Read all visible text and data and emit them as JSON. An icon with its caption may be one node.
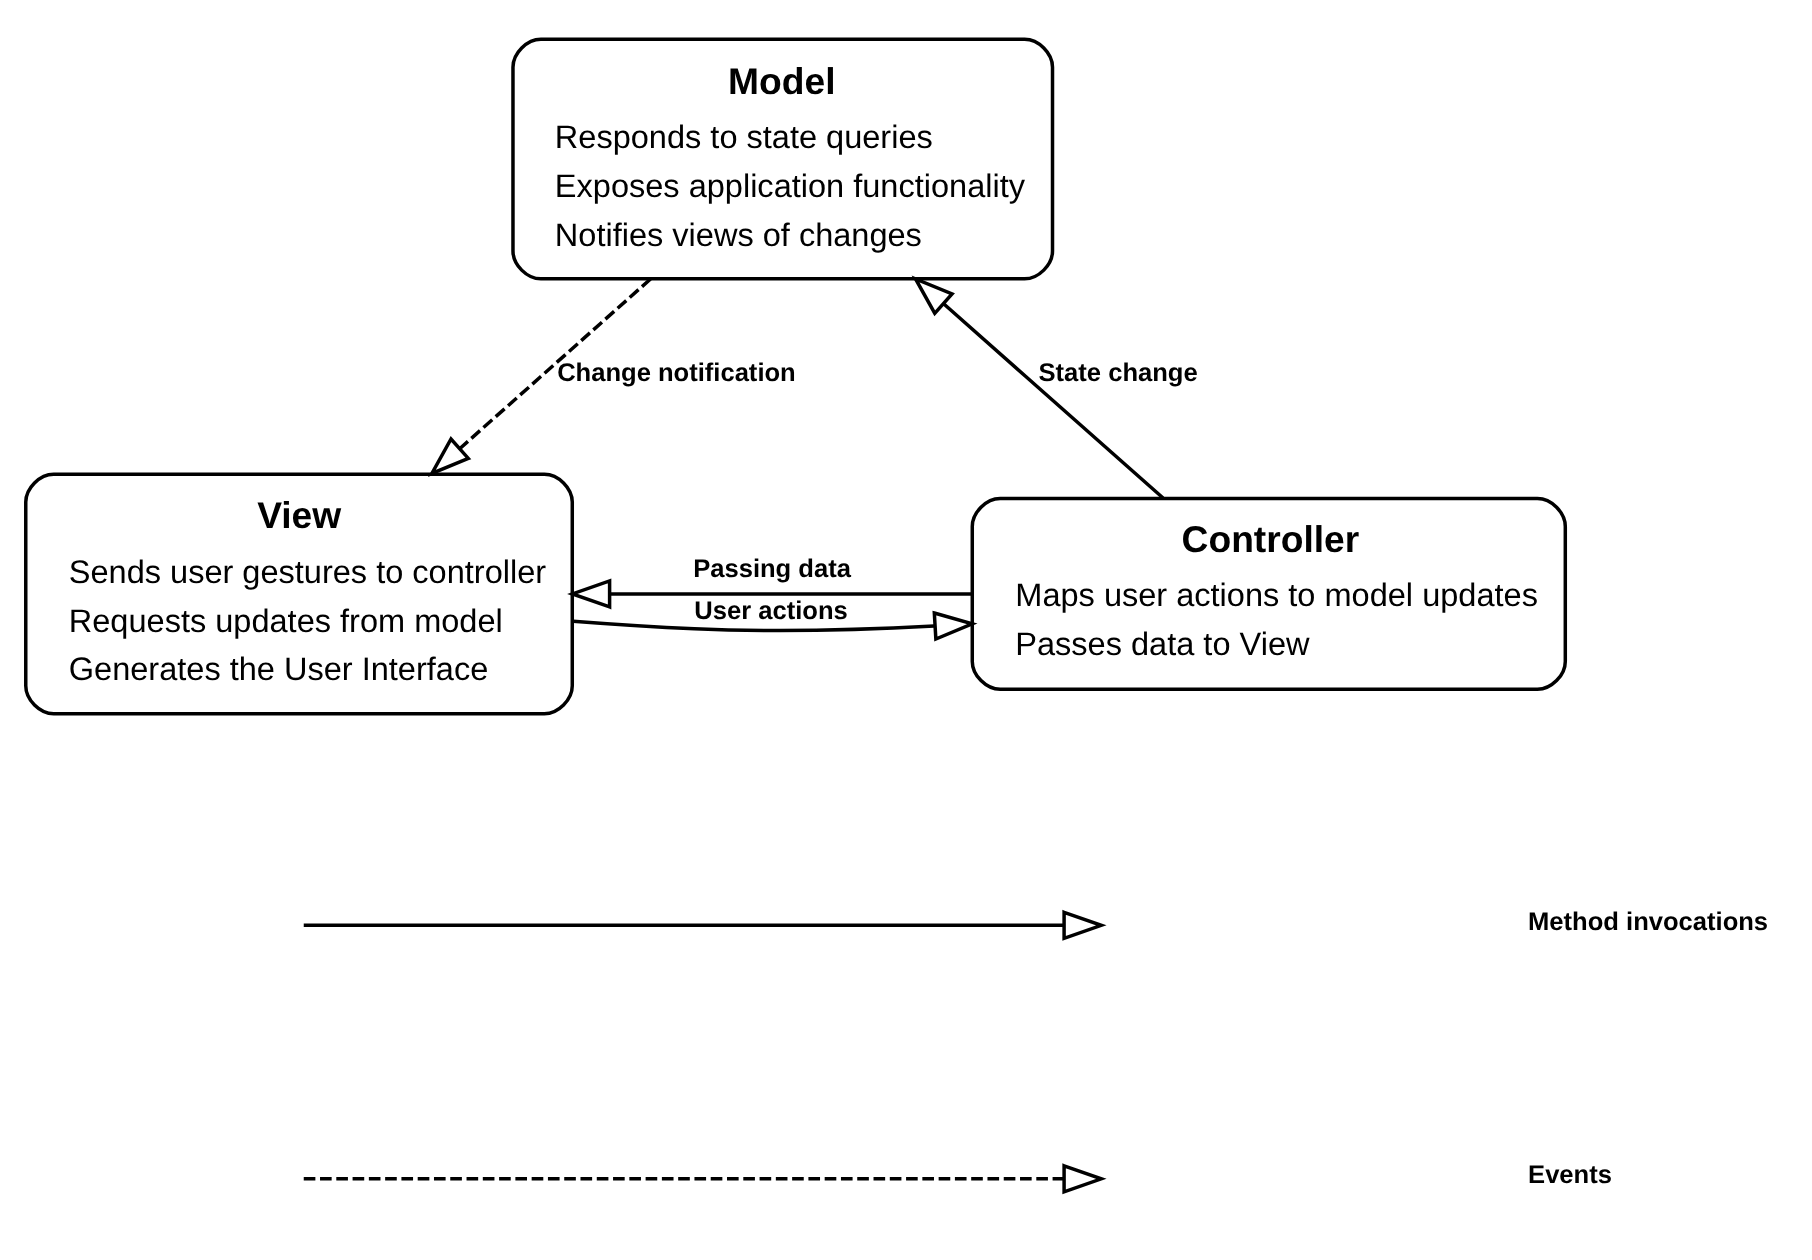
{
  "diagram": {
    "nodes": [
      {
        "text": [
          "Model",
          "Responds to state queries",
          "Exposes application functionality",
          "Notifies views of changes"
        ]
      },
      {
        "text": [
          "View",
          "Sends user gestures to controller",
          "Requests updates from model",
          "Generates the User Interface"
        ]
      },
      {
        "text": [
          "Controller",
          "Maps user actions to model updates",
          "Passes data to View"
        ]
      }
    ],
    "edges": [
      {
        "from": 0,
        "to": 1,
        "arrow": "to",
        "label": "Change notification",
        "style": "dashed"
      },
      {
        "from": 2,
        "to": 0,
        "arrow": "to",
        "label": "State change"
      },
      {
        "from": 2,
        "to": 1,
        "arrow": "to",
        "label": "Passing data"
      },
      {
        "from": 1,
        "to": 2,
        "arrow": "to",
        "label": "User actions"
      }
    ],
    "legend": [
      {
        "text": "Method invocations"
      },
      {
        "text": "Events"
      }
    ]
  }
}
